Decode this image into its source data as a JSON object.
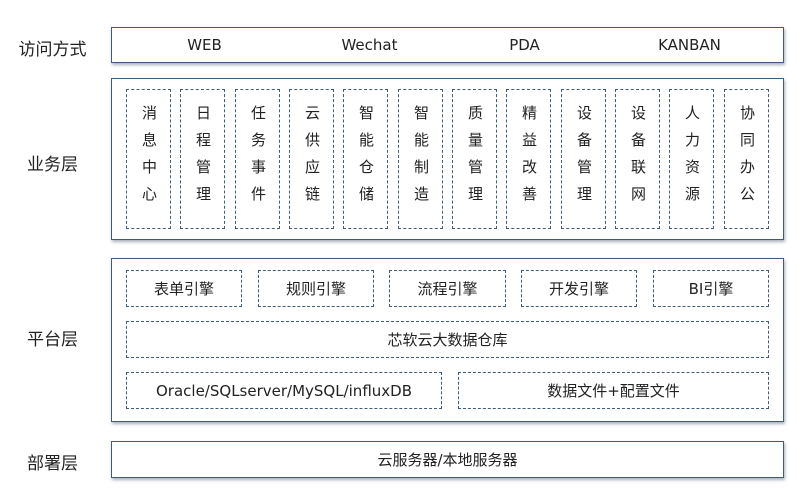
{
  "layers": {
    "access": {
      "label": "访问方式",
      "items": [
        "WEB",
        "Wechat",
        "PDA",
        "KANBAN"
      ]
    },
    "business": {
      "label": "业务层",
      "items": [
        "消息中心",
        "日程管理",
        "任务事件",
        "云供应链",
        "智能仓储",
        "智能制造",
        "质量管理",
        "精益改善",
        "设备管理",
        "设备联网",
        "人力资源",
        "协同办公"
      ]
    },
    "platform": {
      "label": "平台层",
      "engines": [
        "表单引擎",
        "规则引擎",
        "流程引擎",
        "开发引擎",
        "BI引擎"
      ],
      "warehouse": "芯软云大数据仓库",
      "databases": "Oracle/SQLserver/MySQL/influxDB",
      "files": "数据文件+配置文件"
    },
    "deploy": {
      "label": "部署层",
      "server": "云服务器/本地服务器"
    }
  },
  "colors": {
    "border": "#3f5d79",
    "text": "#222222"
  }
}
